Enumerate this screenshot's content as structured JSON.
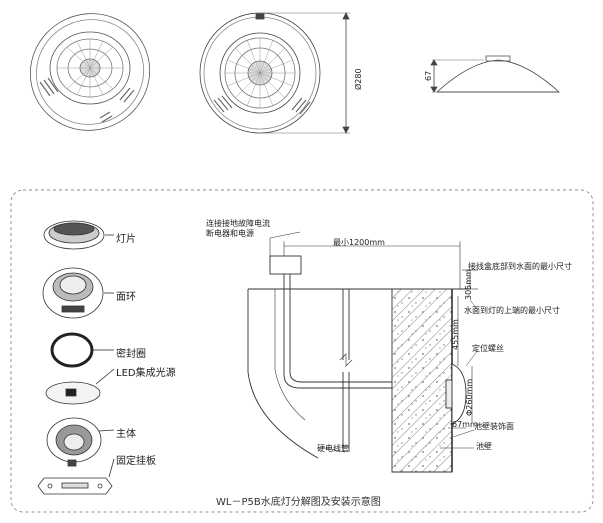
{
  "top_views": {
    "diameter_label": "Ø280",
    "height_label": "67"
  },
  "parts": [
    {
      "label": "灯片"
    },
    {
      "label": "面环"
    },
    {
      "label": "密封圈"
    },
    {
      "label": "LED集成光源"
    },
    {
      "label": "主体"
    },
    {
      "label": "固定挂板"
    }
  ],
  "install": {
    "breaker_note_line1": "连接接地故障电流",
    "breaker_note_line2": "断电器和电源",
    "min_length": "最小1200mm",
    "junction_note": "接线盒底部到水面的最小尺寸",
    "dim_305": "305mm",
    "water_to_light_note": "水面到灯的上端的最小尺寸",
    "dim_455": "455mm",
    "locating_screw": "定位螺丝",
    "dim_260": "Φ260mm",
    "dim_67": "67mm",
    "conduit": "硬电线管",
    "wall_finish": "池壁装饰面",
    "pool_wall": "池壁"
  },
  "caption": "WL－P5B水底灯分解图及安装示意图"
}
